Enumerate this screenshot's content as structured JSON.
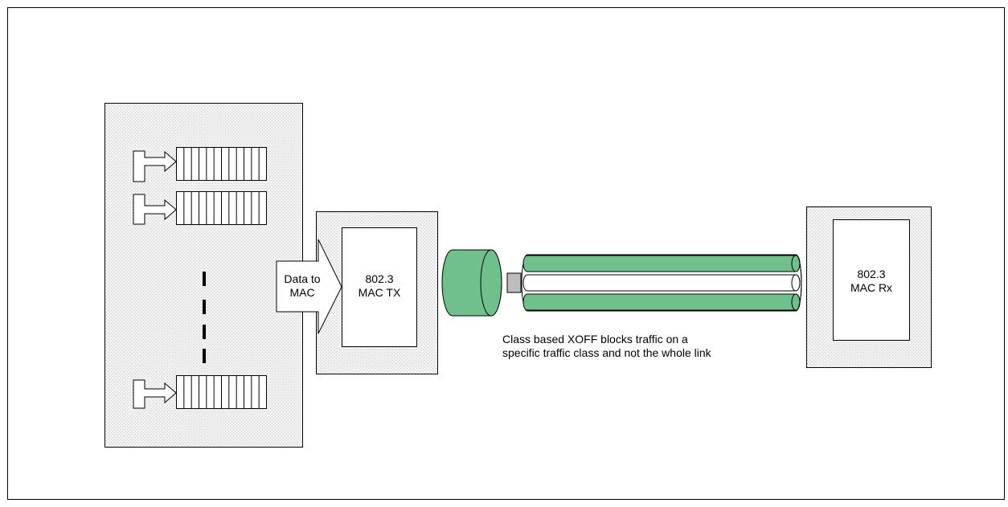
{
  "diagram": {
    "tx_arrow_label": "Data to\nMAC",
    "mac_tx_label": "802.3\nMAC  TX",
    "mac_rx_label": "802.3\nMAC Rx",
    "caption": "Class based XOFF blocks traffic on a\nspecific traffic class and not the whole link",
    "colors": {
      "pipe_green": "#6fc08a",
      "plug": "#bdbdbd",
      "frame": "#000000",
      "panel_fill": "#eeeeee"
    }
  }
}
